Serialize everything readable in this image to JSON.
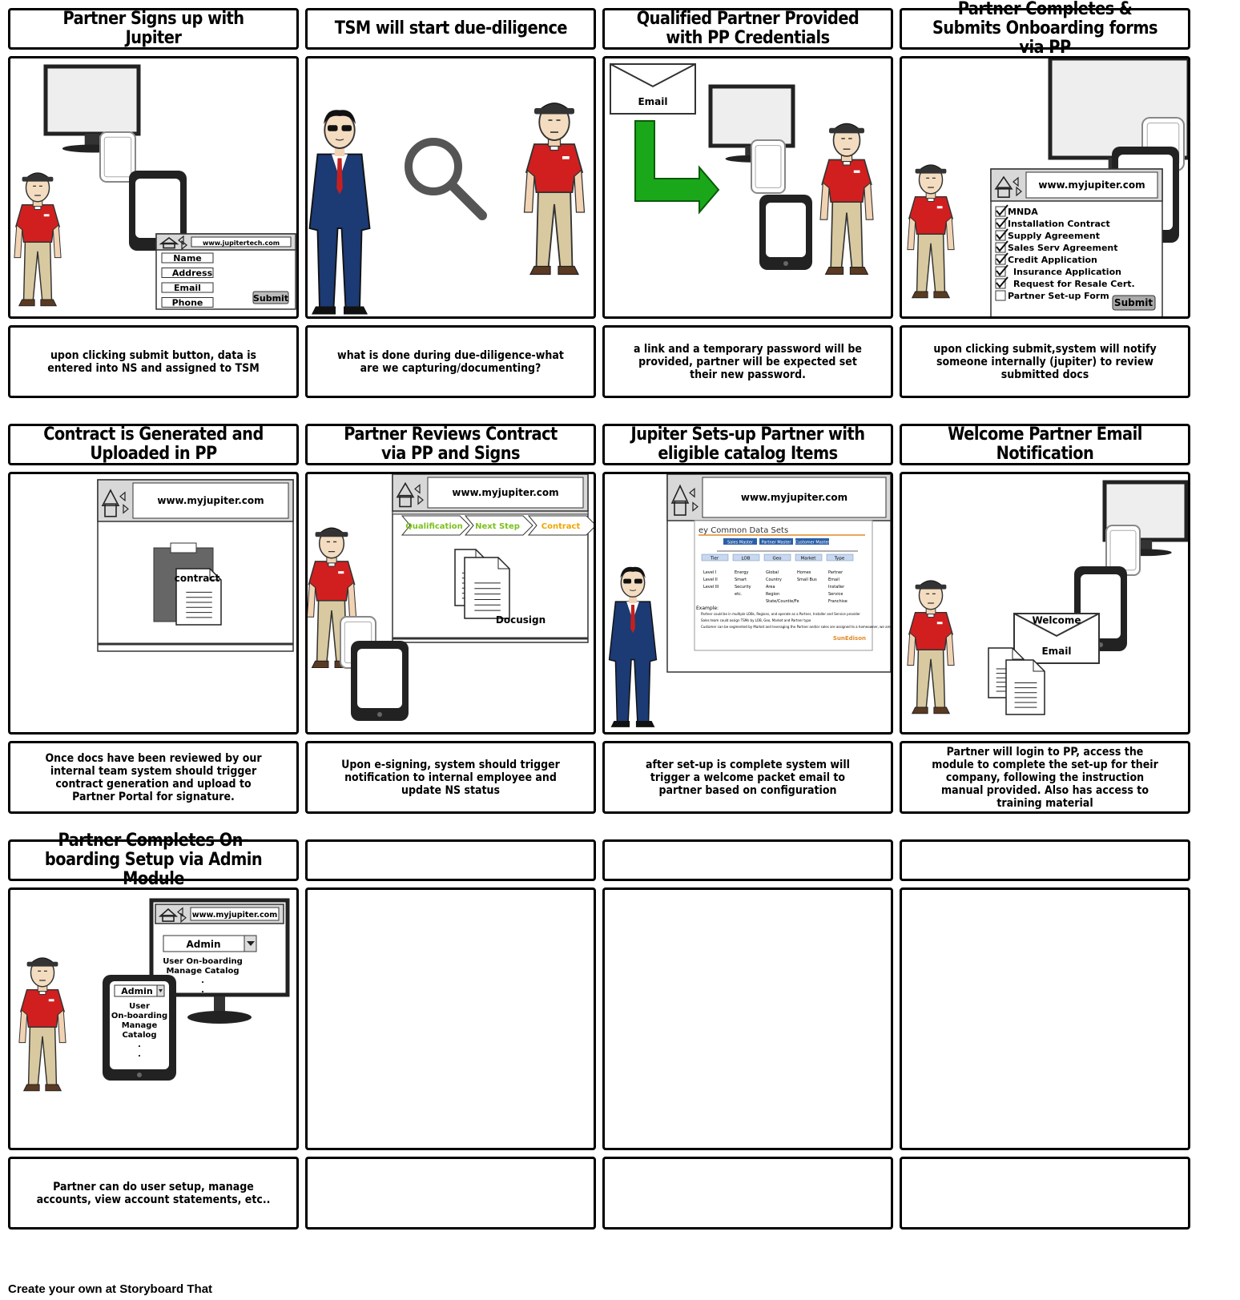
{
  "panels": [
    {
      "title": "Partner Signs up with Jupiter",
      "caption": "upon clicking submit button, data is entered into NS and assigned to TSM",
      "url": "www.jupitertech.com",
      "fields": [
        "Name",
        "Address",
        "Email",
        "Phone"
      ],
      "submit_label": "Submit"
    },
    {
      "title": "TSM will start due-diligence",
      "caption": "what is done during due-diligence-what are we capturing/documenting?"
    },
    {
      "title": "Qualified Partner Provided with PP Credentials",
      "caption": "a link and a temporary password will be provided, partner will be expected set their new password.",
      "envelope_label": "Email"
    },
    {
      "title": "Partner Completes & Submits Onboarding forms via PP",
      "caption": "upon clicking submit,system will notify someone internally (jupiter) to review submitted docs",
      "url": "www.myjupiter.com",
      "checklist": [
        "MNDA",
        "Installation Contract",
        "Supply Agreement",
        "Sales Serv Agreement",
        "Credit Application",
        "Insurance Application",
        "Request for Resale Cert.",
        "Partner Set-up Form"
      ],
      "submit_label": "Submit"
    },
    {
      "title": "Contract is Generated and Uploaded in PP",
      "caption": "Once docs have been reviewed by our internal team system should trigger contract generation and upload to Partner Portal for signature.",
      "url": "www.myjupiter.com",
      "doc_label": "contract"
    },
    {
      "title": "Partner Reviews Contract via PP and Signs",
      "caption": "Upon e-signing, system should trigger notification to internal employee and update NS status",
      "url": "www.myjupiter.com",
      "steps": [
        "Qualification",
        "Next Step",
        "Contract"
      ],
      "doc_label": "Docusign"
    },
    {
      "title": "Jupiter Sets-up Partner with eligible catalog Items",
      "caption": "after set-up is complete system will trigger a welcome packet email to partner based on configuration",
      "url": "www.myjupiter.com",
      "slide_title": "ey Common Data Sets",
      "slide_headers": [
        "Sales Master",
        "Partner Master",
        "Customer Master"
      ],
      "slide_columns": [
        "Tier",
        "LOB",
        "Geo",
        "Market",
        "Type"
      ],
      "slide_items": [
        [
          "Level I",
          "Level II",
          "Level III"
        ],
        [
          "Energy",
          "Smart",
          "Security",
          "etc."
        ],
        [
          "Global",
          "Country",
          "Area",
          "Region",
          "State/Countie/Fe"
        ],
        [
          "Homes",
          "Small Bus"
        ],
        [
          "Partner",
          "Email",
          "Installer",
          "Service",
          "Franchise"
        ]
      ],
      "slide_example": "Example:",
      "slide_bullets": [
        "Partner could be in multiple LOBs, Regions, and operate as a Partner, Installer and Service provider",
        "Sales team could assign TSMs by LOB, Geo, Market and Partner type",
        "Customer can be segmented by Market and leveraging the Partner and/or sales are assigned to a homeowner, we are able to report by Geo, and/or LOB"
      ],
      "slide_logo": "SunEdison"
    },
    {
      "title": "Welcome Partner Email Notification",
      "caption": "Partner will login to PP, access the module to complete the set-up for their company, following the instruction manual provided. Also has access to training material",
      "envelope_top": "Welcome",
      "envelope_bottom": "Email"
    },
    {
      "title": "Partner Completes On-boarding Setup via Admin Module",
      "caption": "Partner can do user setup, manage accounts, view account statements, etc..",
      "url": "www.myjupiter.com",
      "monitor_select": "Admin",
      "monitor_items": [
        "User On-boarding",
        "Manage Catalog",
        ".",
        "."
      ],
      "tablet_select": "Admin",
      "tablet_items": [
        "User",
        "On-boarding",
        "Manage",
        "Catalog",
        ".",
        "."
      ]
    },
    {
      "title": "",
      "caption": ""
    },
    {
      "title": "",
      "caption": ""
    },
    {
      "title": "",
      "caption": ""
    }
  ],
  "footer": "Create your own at Storyboard That"
}
